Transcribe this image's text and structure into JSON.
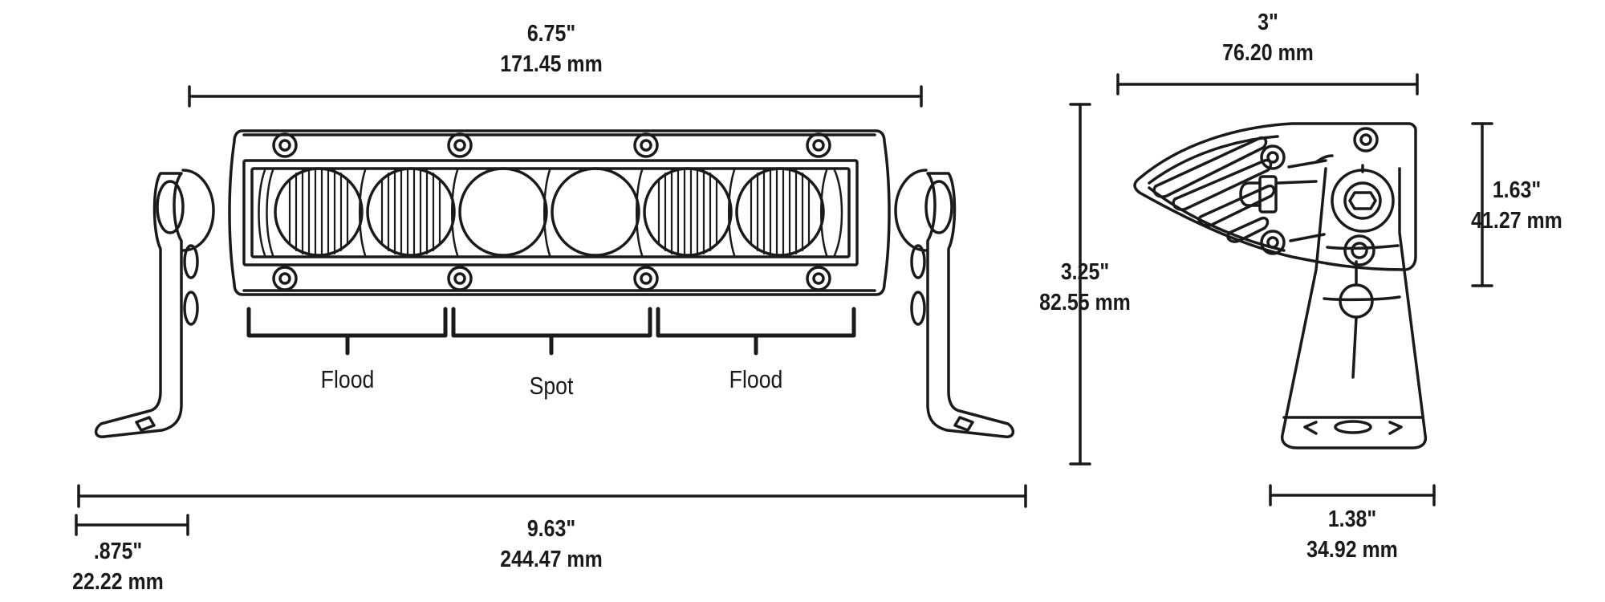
{
  "dimensions": {
    "top_width": {
      "imperial": "6.75\"",
      "metric": "171.45 mm"
    },
    "overall_width": {
      "imperial": "9.63\"",
      "metric": "244.47 mm"
    },
    "foot_width": {
      "imperial": ".875\"",
      "metric": "22.22 mm"
    },
    "height": {
      "imperial": "3.25\"",
      "metric": "82.55 mm"
    },
    "side_width": {
      "imperial": "3\"",
      "metric": "76.20 mm"
    },
    "side_height": {
      "imperial": "1.63\"",
      "metric": "41.27 mm"
    },
    "base_width": {
      "imperial": "1.38\"",
      "metric": "34.92 mm"
    }
  },
  "beam_groups": [
    {
      "label": "Flood"
    },
    {
      "label": "Spot"
    },
    {
      "label": "Flood"
    }
  ],
  "colors": {
    "line": "#1a1a1a",
    "background": "#ffffff"
  }
}
